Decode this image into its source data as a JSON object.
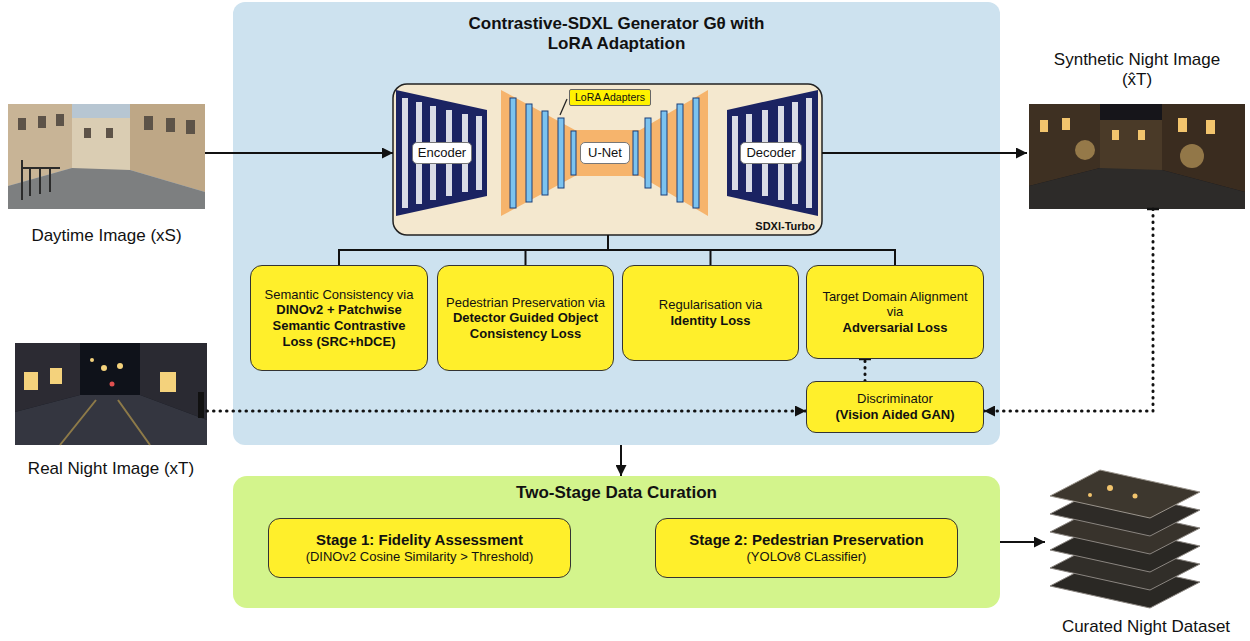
{
  "diagram": {
    "nodes": [
      {
        "text": [
          "Daytime Image (xS)"
        ]
      },
      {
        "text": [
          "Contrastive-SDXL Generator Gθ with LoRA Adaptation"
        ]
      },
      {
        "text": [
          "SDXl-Turbo"
        ],
        "in": 1
      },
      {
        "text": [
          "LoRA Adapters"
        ],
        "in": 2
      },
      {
        "text": [
          "Encoder"
        ],
        "in": 2
      },
      {
        "text": [
          "U-Net"
        ],
        "in": 2
      },
      {
        "text": [
          "Decoder"
        ],
        "in": 2
      },
      {
        "text": [
          "Synthetic Night Image (x̂T)"
        ]
      },
      {
        "text": [
          "Semantic Consistency via",
          "DINOv2 + Patchwise Semantic Contrastive Loss (SRC+hDCE)"
        ],
        "in": 1
      },
      {
        "text": [
          "Pedestrian Preservation via",
          "Detector Guided Object Consistency Loss"
        ],
        "in": 1
      },
      {
        "text": [
          "Regularisation via",
          "Identity Loss"
        ],
        "in": 1
      },
      {
        "text": [
          "Target Domain Alignment via",
          "Adversarial Loss"
        ],
        "in": 1
      },
      {
        "text": [
          "Real Night Image (xT)"
        ]
      },
      {
        "text": [
          "Discriminator",
          "(Vision Aided GAN)"
        ],
        "in": 1
      },
      {
        "text": [
          "Two-Stage Data Curation"
        ]
      },
      {
        "text": [
          "Stage 1: Fidelity Assessment",
          "(DINOv2 Cosine Similarity > Threshold)"
        ],
        "in": 14
      },
      {
        "text": [
          "Stage 2: Pedestrian Preservation",
          "(YOLOv8 CLassifier)"
        ],
        "in": 14
      },
      {
        "text": [
          "Curated Night Dataset"
        ]
      }
    ],
    "edges": [
      {
        "from": 0,
        "to": 2,
        "arrow": "to"
      },
      {
        "from": 2,
        "to": 7,
        "arrow": "to"
      },
      {
        "from": 2,
        "to": 8,
        "arrow": "none"
      },
      {
        "from": 2,
        "to": 9,
        "arrow": "none"
      },
      {
        "from": 2,
        "to": 10,
        "arrow": "none"
      },
      {
        "from": 2,
        "to": 11,
        "arrow": "none"
      },
      {
        "from": 12,
        "to": 13,
        "arrow": "to"
      },
      {
        "from": 7,
        "to": 13,
        "arrow": "to"
      },
      {
        "from": 13,
        "to": 11,
        "arrow": "none"
      },
      {
        "from": 1,
        "to": 14,
        "arrow": "to"
      },
      {
        "from": 14,
        "to": 17,
        "arrow": "to"
      }
    ]
  }
}
